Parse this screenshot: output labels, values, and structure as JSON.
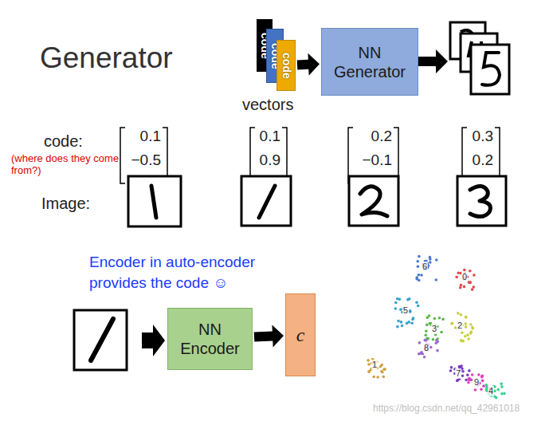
{
  "diagram": {
    "title": "Generator",
    "nodes": [
      {
        "text": [
          "code"
        ]
      },
      {
        "text": [
          "code"
        ]
      },
      {
        "text": [
          "code"
        ]
      },
      {
        "text": [
          "NN Generator"
        ]
      },
      {
        "text": [
          "NN Encoder"
        ]
      },
      {
        "text": [
          "c"
        ]
      }
    ],
    "edges": [
      {
        "from": 2,
        "to": 3,
        "arrow": "to"
      },
      {
        "from": 4,
        "to": 5,
        "arrow": "to"
      }
    ],
    "labels": [
      "vectors",
      "code:",
      "(where does they come from?)",
      "0.1",
      "−0.5",
      "0.1",
      "0.9",
      "0.2",
      "−0.1",
      "0.3",
      "0.2",
      "Image:",
      "Encoder in auto-encoder provides the code ☺",
      "6",
      "0",
      "5",
      "3",
      "2",
      "8",
      "1",
      "7",
      "9",
      "4",
      "https://blog.csdn.net/qq_42961018"
    ]
  }
}
